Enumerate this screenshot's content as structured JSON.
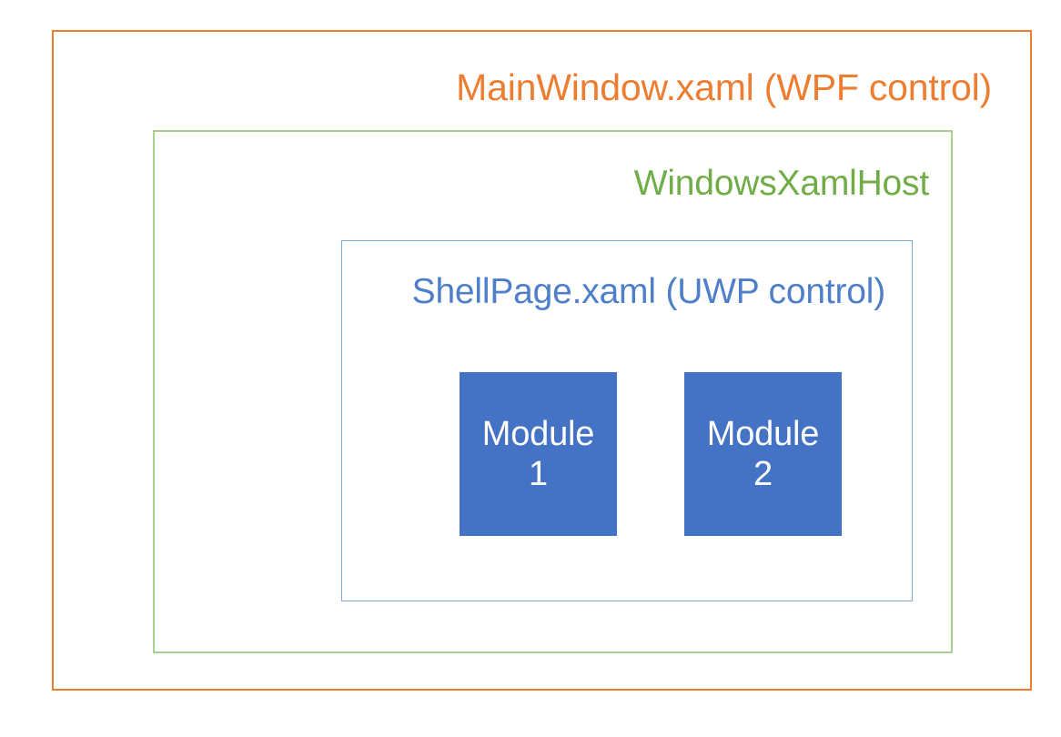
{
  "diagram": {
    "type": "nested-containment",
    "layers": [
      {
        "id": "mainwindow",
        "label": "MainWindow.xaml (WPF control)",
        "color": "#ED7D31",
        "role": "outermost-host"
      },
      {
        "id": "windowsxamlhost",
        "label": "WindowsXamlHost",
        "color": "#70AD47",
        "border_color": "#A9D18E",
        "role": "interop-host"
      },
      {
        "id": "shellpage",
        "label": "ShellPage.xaml (UWP control)",
        "color": "#4E7FC8",
        "border_color": "#7BA7D9",
        "role": "uwp-content"
      }
    ],
    "modules": [
      {
        "name": "Module",
        "index": "1",
        "fill": "#4472C4",
        "text_color": "#FFFFFF"
      },
      {
        "name": "Module",
        "index": "2",
        "fill": "#4472C4",
        "text_color": "#FFFFFF"
      }
    ],
    "background": "#FFFFFF"
  }
}
